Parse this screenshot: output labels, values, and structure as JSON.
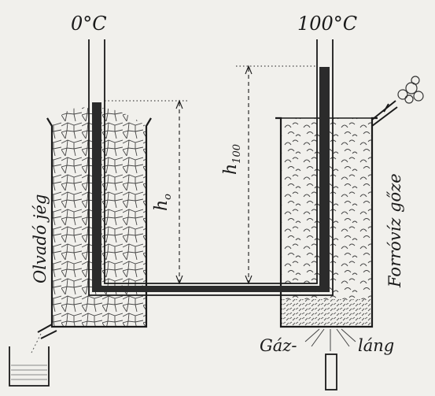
{
  "labels": {
    "temp_left": "0°C",
    "temp_right": "100°C",
    "h0_main": "h",
    "h0_sub": "o",
    "h100_main": "h",
    "h100_sub": "100",
    "ice": "Olvadó jég",
    "steam": "Forróvíz gőze",
    "gas_part1": "Gáz-",
    "gas_part2": "láng"
  },
  "colors": {
    "ink": "#1a1a1a",
    "paper": "#f1f0ec",
    "mercury": "#2b2b2b"
  }
}
